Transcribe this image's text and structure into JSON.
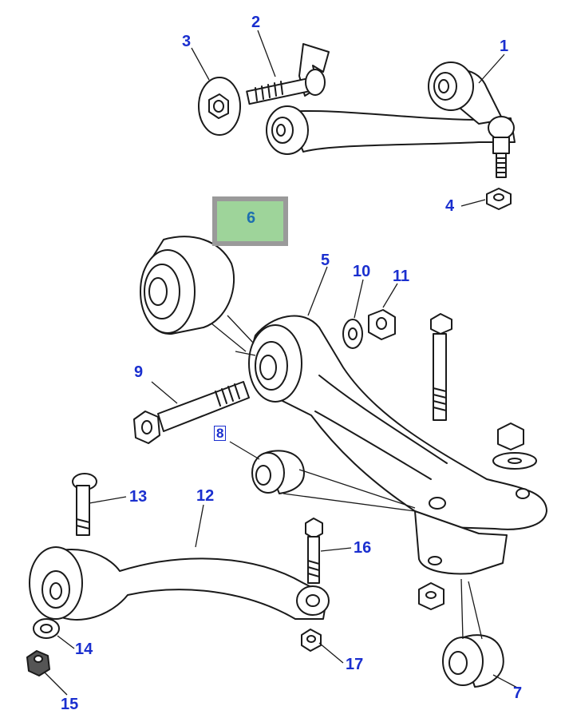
{
  "diagram": {
    "highlight_color": "#9ed49a",
    "callout_color": "#1a2fcf",
    "selected_part": "6",
    "callouts": [
      {
        "id": "c1",
        "label": "1"
      },
      {
        "id": "c2",
        "label": "2"
      },
      {
        "id": "c3",
        "label": "3"
      },
      {
        "id": "c4",
        "label": "4"
      },
      {
        "id": "c5",
        "label": "5"
      },
      {
        "id": "c6",
        "label": "6"
      },
      {
        "id": "c7",
        "label": "7"
      },
      {
        "id": "c8",
        "label": "8"
      },
      {
        "id": "c9",
        "label": "9"
      },
      {
        "id": "c10",
        "label": "10"
      },
      {
        "id": "c11",
        "label": "11"
      },
      {
        "id": "c12",
        "label": "12"
      },
      {
        "id": "c13",
        "label": "13"
      },
      {
        "id": "c14",
        "label": "14"
      },
      {
        "id": "c15",
        "label": "15"
      },
      {
        "id": "c16",
        "label": "16"
      },
      {
        "id": "c17",
        "label": "17"
      }
    ]
  }
}
